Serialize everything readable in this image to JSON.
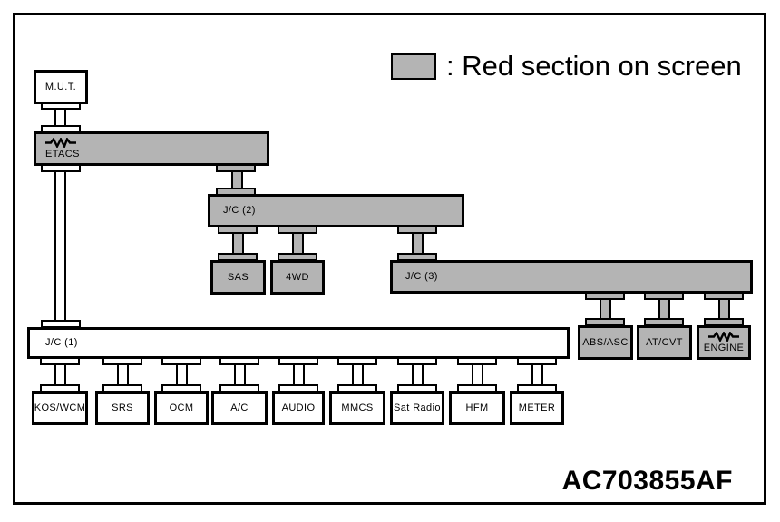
{
  "legend": {
    "label": ": Red section on screen"
  },
  "figure_code": "AC703855AF",
  "colors": {
    "highlight_gray": "#b4b4b4",
    "box_white": "#ffffff",
    "line_black": "#000000"
  },
  "diagram": {
    "nodes": {
      "mut": {
        "label": "M.U.T.",
        "highlighted": false
      },
      "etacs": {
        "label": "ETACS",
        "highlighted": true,
        "icon": "resistor-icon"
      },
      "jc2": {
        "label": "J/C (2)",
        "highlighted": true
      },
      "sas": {
        "label": "SAS",
        "highlighted": true
      },
      "fourwd": {
        "label": "4WD",
        "highlighted": true
      },
      "jc3": {
        "label": "J/C (3)",
        "highlighted": true
      },
      "abs_asc": {
        "label": "ABS/ASC",
        "highlighted": true
      },
      "at_cvt": {
        "label": "AT/CVT",
        "highlighted": true
      },
      "engine": {
        "label": "ENGINE",
        "highlighted": true,
        "icon": "resistor-icon"
      },
      "jc1": {
        "label": "J/C (1)",
        "highlighted": false
      },
      "kos_wcm": {
        "label": "KOS/WCM",
        "highlighted": false
      },
      "srs": {
        "label": "SRS",
        "highlighted": false
      },
      "ocm": {
        "label": "OCM",
        "highlighted": false
      },
      "ac": {
        "label": "A/C",
        "highlighted": false
      },
      "audio": {
        "label": "AUDIO",
        "highlighted": false
      },
      "mmcs": {
        "label": "MMCS",
        "highlighted": false
      },
      "sat_radio": {
        "label": "Sat Radio",
        "highlighted": false
      },
      "hfm": {
        "label": "HFM",
        "highlighted": false
      },
      "meter": {
        "label": "METER",
        "highlighted": false
      }
    },
    "edges": [
      [
        "mut",
        "etacs"
      ],
      [
        "etacs",
        "jc2"
      ],
      [
        "etacs",
        "jc1"
      ],
      [
        "jc2",
        "sas"
      ],
      [
        "jc2",
        "fourwd"
      ],
      [
        "jc2",
        "jc3"
      ],
      [
        "jc3",
        "abs_asc"
      ],
      [
        "jc3",
        "at_cvt"
      ],
      [
        "jc3",
        "engine"
      ],
      [
        "jc1",
        "kos_wcm"
      ],
      [
        "jc1",
        "srs"
      ],
      [
        "jc1",
        "ocm"
      ],
      [
        "jc1",
        "ac"
      ],
      [
        "jc1",
        "audio"
      ],
      [
        "jc1",
        "mmcs"
      ],
      [
        "jc1",
        "sat_radio"
      ],
      [
        "jc1",
        "hfm"
      ],
      [
        "jc1",
        "meter"
      ]
    ]
  }
}
